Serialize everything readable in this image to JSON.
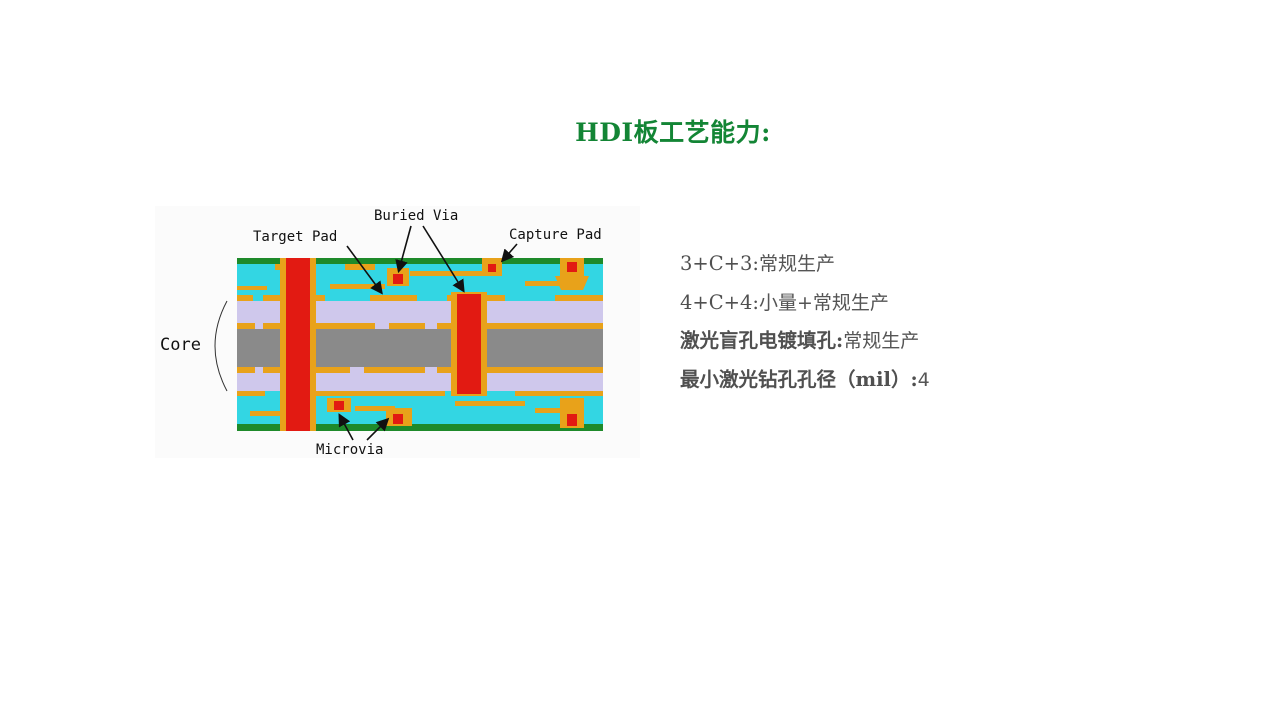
{
  "title": "HDI板工艺能力:",
  "diagram": {
    "labels": {
      "target_pad": "Target Pad",
      "buried_via": "Buried Via",
      "capture_pad": "Capture Pad",
      "core": "Core",
      "microvia": "Microvia"
    },
    "colors": {
      "solder_mask": "#1e8a2a",
      "dielectric": "#33d6e3",
      "copper": "#e8a21a",
      "core_inner": "#cfc8ec",
      "core_center": "#8a8a8a",
      "via_fill": "#e21a12"
    }
  },
  "specs": [
    {
      "key": "3+C+3:",
      "value": "常规生产"
    },
    {
      "key": "4+C+4:",
      "value": "小量+常规生产"
    },
    {
      "key": "激光盲孔电镀填孔:",
      "value": "常规生产"
    },
    {
      "key": "最小激光钻孔孔径（mil）:",
      "value": "4"
    }
  ]
}
